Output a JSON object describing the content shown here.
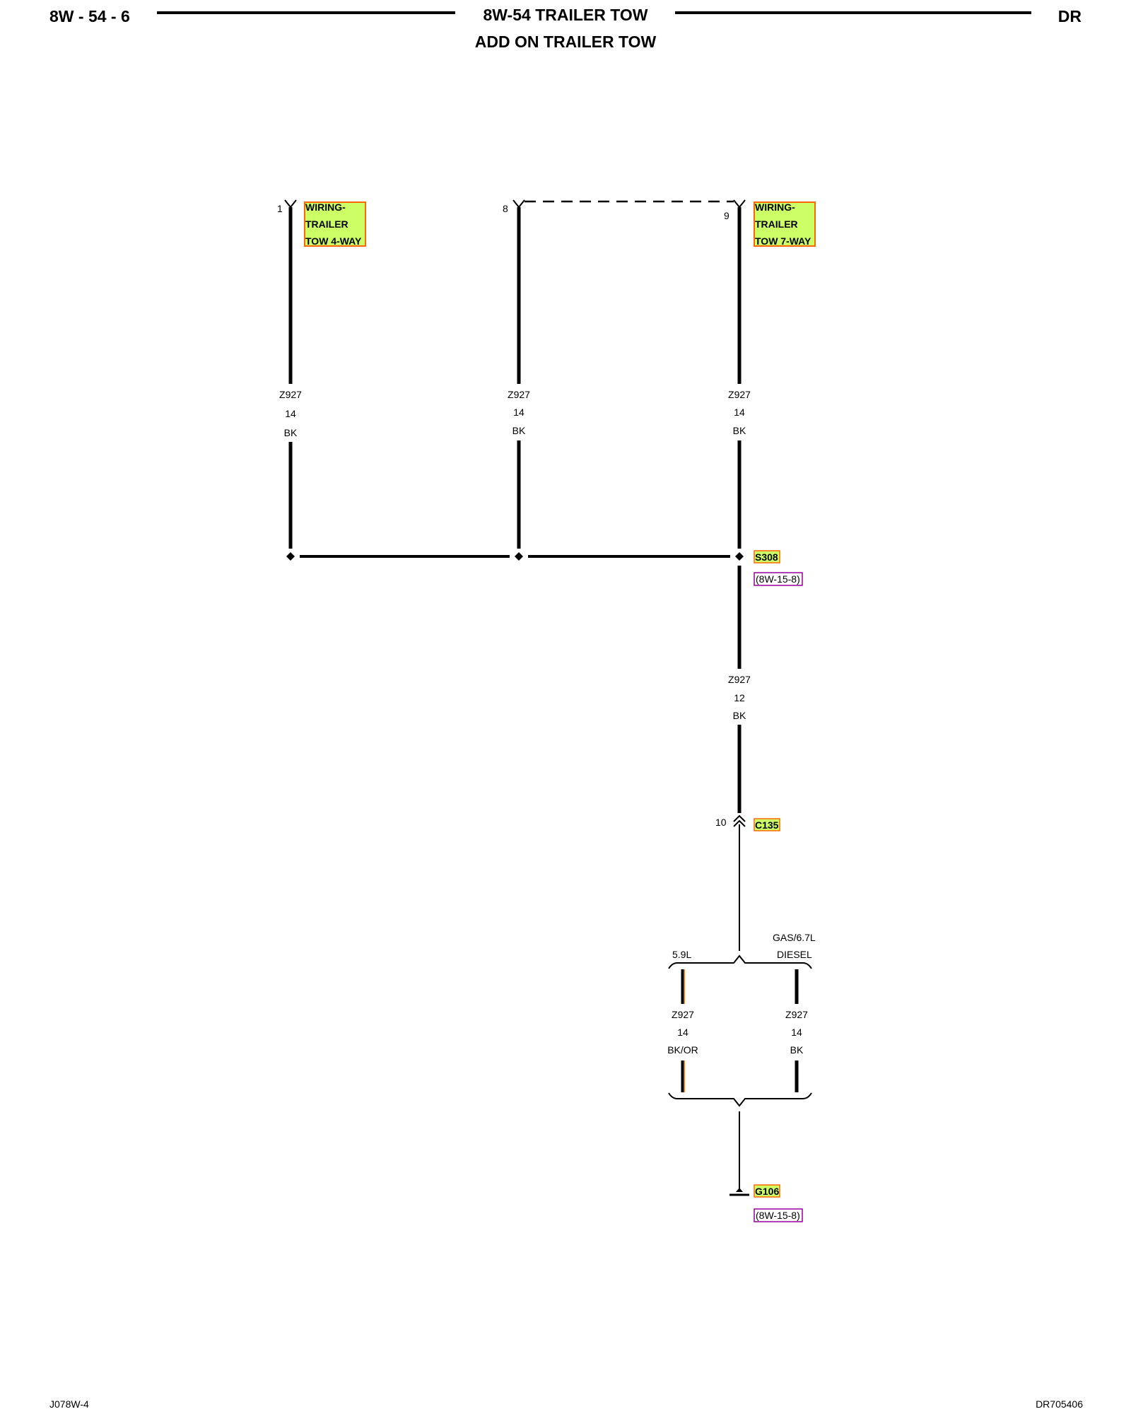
{
  "header": {
    "page_ref": "8W - 54 - 6",
    "title": "8W-54 TRAILER TOW",
    "subtitle": "ADD ON TRAILER TOW",
    "model": "DR"
  },
  "footer": {
    "left": "J078W-4",
    "right": "DR705406"
  },
  "connectors": {
    "left": {
      "pin": "1",
      "label": [
        "WIRING-",
        "TRAILER",
        "TOW 4-WAY"
      ]
    },
    "middle": {
      "pin": "8"
    },
    "right": {
      "pin": "9",
      "label": [
        "WIRING-",
        "TRAILER",
        "TOW 7-WAY"
      ]
    }
  },
  "wires": {
    "left": {
      "circuit": "Z927",
      "gauge": "14",
      "color": "BK"
    },
    "middle": {
      "circuit": "Z927",
      "gauge": "14",
      "color": "BK"
    },
    "right": {
      "circuit": "Z927",
      "gauge": "14",
      "color": "BK"
    },
    "main": {
      "circuit": "Z927",
      "gauge": "12",
      "color": "BK"
    },
    "branch_59": {
      "circuit": "Z927",
      "gauge": "14",
      "color": "BK/OR"
    },
    "branch_gas": {
      "circuit": "Z927",
      "gauge": "14",
      "color": "BK"
    }
  },
  "splice": {
    "id": "S308",
    "ref": "(8W-15-8)"
  },
  "inline_connector": {
    "pin": "10",
    "id": "C135"
  },
  "ground": {
    "id": "G106",
    "ref": "(8W-15-8)"
  },
  "options": {
    "left": "5.9L",
    "right_line1": "GAS/6.7L",
    "right_line2": "DIESEL"
  },
  "colors": {
    "wire": "#000000",
    "label_fill": "#ccff66",
    "label_border": "#ff6600",
    "ref_border": "#990099",
    "orange_tracer": "#e07000"
  }
}
